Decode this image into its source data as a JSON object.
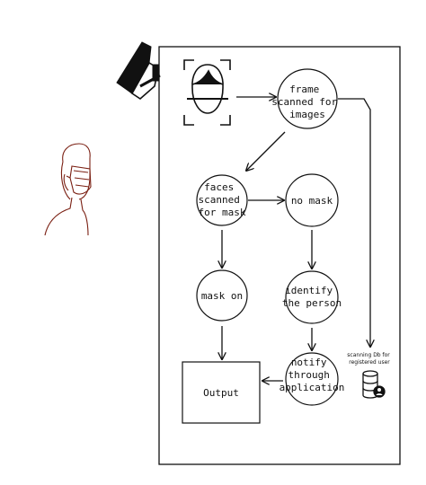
{
  "nodes": {
    "frame_scan": [
      "frame",
      "scanned for",
      "images"
    ],
    "faces_scan": [
      "faces",
      "scanned",
      "for mask"
    ],
    "no_mask": [
      "no mask"
    ],
    "mask_on": [
      "mask on"
    ],
    "identify": [
      "identify",
      "the person"
    ],
    "notify": [
      "notify",
      "through",
      "application"
    ],
    "output": [
      "Output"
    ]
  },
  "db_label": [
    "scanning Db for",
    "registered user"
  ],
  "icons": [
    "cctv-camera-icon",
    "face-scan-icon",
    "person-with-mask-icon",
    "database-user-icon"
  ],
  "colors": {
    "line": "#111111",
    "mask_figure": "#7a1f12",
    "background": "#ffffff"
  }
}
